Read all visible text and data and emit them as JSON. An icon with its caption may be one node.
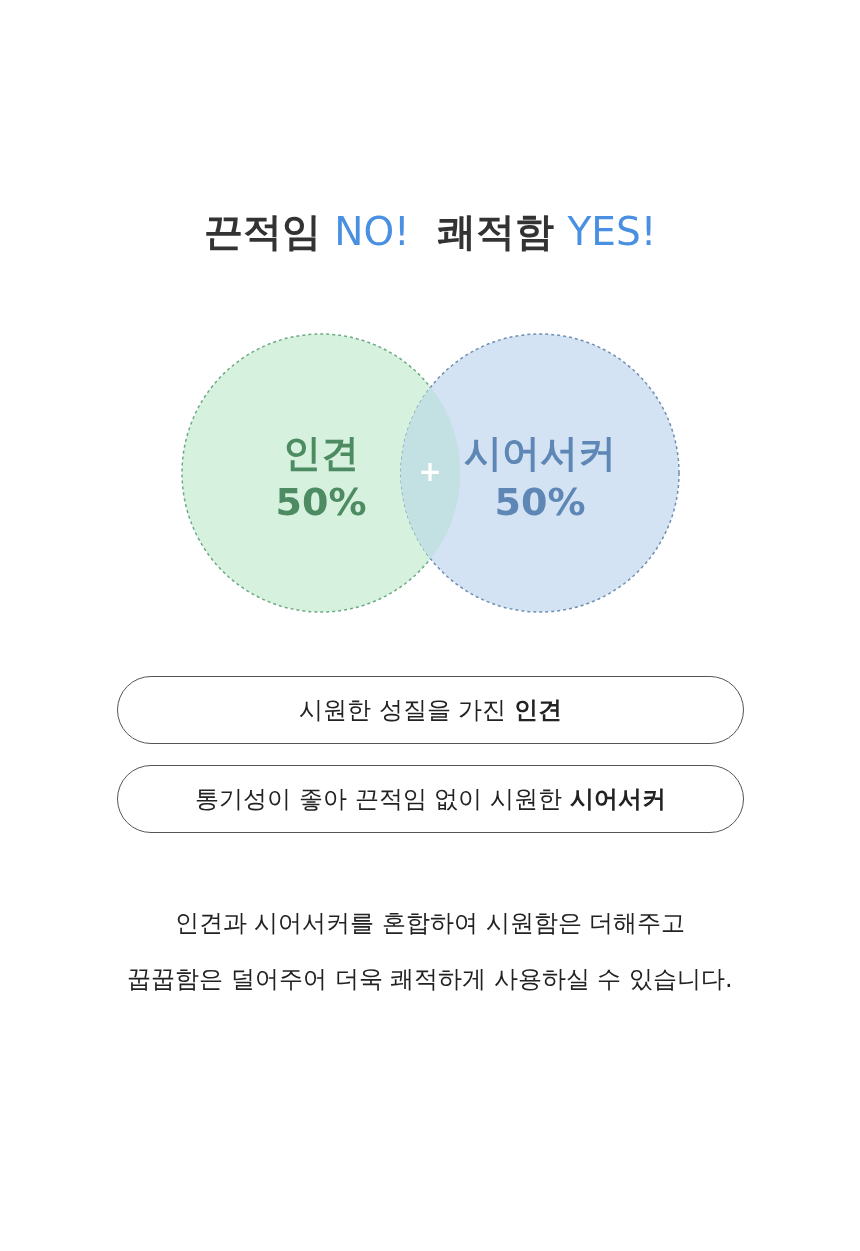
{
  "diagram": {
    "title": "끈적임 *NO!*  쾌적함 *YES!*",
    "nodes": [
      {
        "text": [
          "인견",
          "50%"
        ]
      },
      {
        "text": [
          "시어서커",
          "50%"
        ]
      },
      {
        "text": [
          "시원한 성질을 가진 **인견**"
        ]
      },
      {
        "text": [
          "통기성이 좋아 끈적임 없이 시원한 **시어서커**"
        ]
      }
    ],
    "labels": [
      "+",
      "인견과 시어서커를 혼합하여 시원함은 더해주고 꿉꿉함은 덜어주어 더욱 쾌적하게 사용하실 수 있습니다."
    ]
  }
}
